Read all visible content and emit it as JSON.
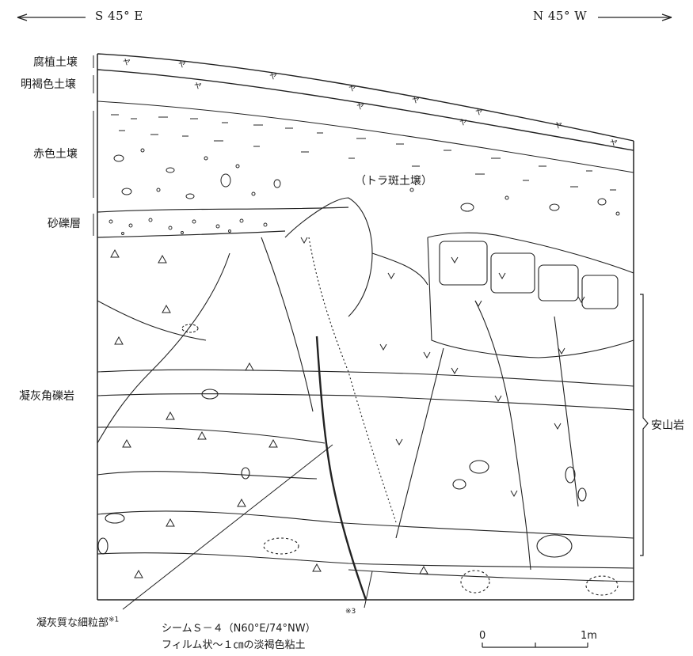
{
  "orientation": {
    "left": "S 45° E",
    "right": "N 45° W"
  },
  "layers": {
    "humus": "腐植土壌",
    "light_brown": "明褐色土壌",
    "red": "赤色土壌",
    "gravel": "砂礫層",
    "tuff_breccia": "凝灰角礫岩",
    "andesite": "安山岩"
  },
  "inner_label": "（トラ斑土壌）",
  "annotations": {
    "fine_grain": "凝灰質な細粒部",
    "fine_grain_mark": "※1",
    "seam_line1": "シームＳ－４（N60°E/74°NW）",
    "seam_mark": "※3",
    "seam_line2": "フィルム状～１㎝の淡褐色粘土"
  },
  "scale": {
    "zero": "0",
    "one": "1m"
  }
}
